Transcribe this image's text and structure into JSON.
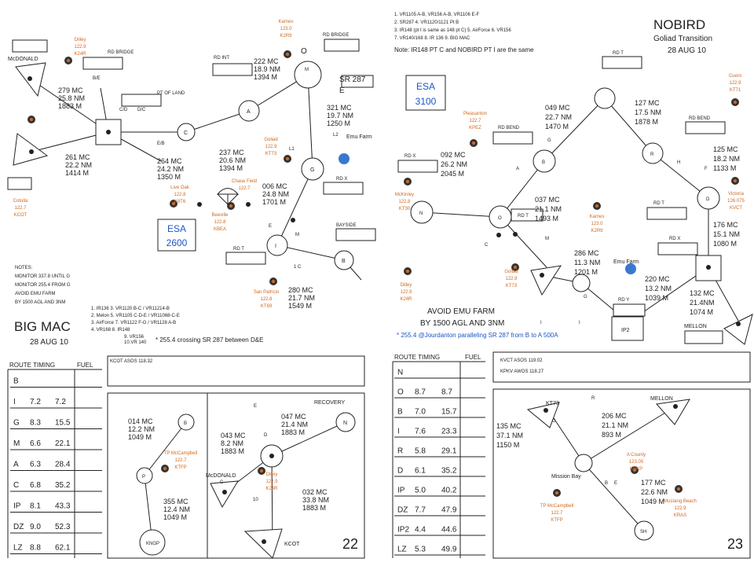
{
  "left_page": {
    "title": "BIG MAC",
    "date": "28 AUG 10",
    "page_number": "22",
    "esa_label": "ESA",
    "esa_value": "2600",
    "notes": [
      "NOTES:",
      "MONITOR 337.8 UNTIL G",
      "MONITOR 255.4 FROM G",
      "AVOID EMU FARM",
      "BY 1500 AGL AND 3NM"
    ],
    "legs_text": [
      "1. IR136    3. VR1120 B-C / VR11214-B",
      "2. Melon   5. VR1105 C-D-E / VR11068-C-E",
      "3. AirForce 7. VR1122 F-G / VR1128 A-B",
      "4. VR168    8. IR148",
      "9. VR156",
      "10.VR 140"
    ],
    "crossing_note": "* 255.4 crossing SR 287 between D&E",
    "labels": {
      "mcdonald": "McDONALD",
      "rd_bridge_1": "RD BRIDGE",
      "rd_bridge_2": "RD BRIDGE",
      "rd_int": "RD INT",
      "sr287": "SR 287",
      "sr287_e": "E",
      "pt_of_land": "PT OF LAND",
      "emu_farm": "Emu Farm",
      "rd_x": "RD X",
      "rd_t": "RD T",
      "bayside": "BAYSIDE",
      "o_label": "O",
      "c_mark": "C",
      "a_mark": "A",
      "g_mark": "G",
      "i_mark": "I",
      "b_mark": "B",
      "m_mark": "M",
      "e_mark": "E",
      "b_e": "B/E",
      "c_d": "C/D",
      "e_b": "E/B",
      "d_c": "D/C",
      "lc": "1 C",
      "l1": "L1",
      "l2": "L2"
    },
    "legs": [
      {
        "id": "l1",
        "text": [
          "279 MC",
          "25.8 NM",
          "1883 M"
        ]
      },
      {
        "id": "l2",
        "text": [
          "261 MC",
          "22.2  NM",
          "1414 M"
        ]
      },
      {
        "id": "l3",
        "text": [
          "264 MC",
          "24.2 NM",
          "1350 M"
        ]
      },
      {
        "id": "l4",
        "text": [
          "237 MC",
          "20.6 NM",
          "1394 M"
        ]
      },
      {
        "id": "l5",
        "text": [
          "222 MC",
          "18.9 NM",
          "1394 M"
        ]
      },
      {
        "id": "l6",
        "text": [
          "321 MC",
          "19.7 NM",
          "1250 M"
        ]
      },
      {
        "id": "l7",
        "text": [
          "006 MC",
          "24.8 NM",
          "1701 M"
        ]
      },
      {
        "id": "l8",
        "text": [
          "280 MC",
          "21.7 NM",
          "1549 M"
        ]
      }
    ],
    "airports": [
      {
        "id": "a1",
        "text": [
          "Dilley",
          "122.9",
          "K24R"
        ]
      },
      {
        "id": "a2",
        "text": [
          "Karnes",
          "123.0",
          "K2R9"
        ]
      },
      {
        "id": "a3",
        "text": [
          "Goliad",
          "122.9",
          "KT73"
        ]
      },
      {
        "id": "a4",
        "text": [
          "Chase Field",
          "122.7"
        ]
      },
      {
        "id": "a5",
        "text": [
          "Live Oak",
          "122.8",
          "K8T6"
        ]
      },
      {
        "id": "a6",
        "text": [
          "Beeville",
          "122.8",
          "KBEA"
        ]
      },
      {
        "id": "a7",
        "text": [
          "Cotulla",
          "122.7",
          "KCOT"
        ]
      },
      {
        "id": "a8",
        "text": [
          "San Patricio",
          "122.8",
          "KT69"
        ]
      }
    ],
    "timing": {
      "header": [
        "ROUTE TIMING",
        "FUEL"
      ],
      "rows": [
        [
          "B",
          "",
          ""
        ],
        [
          "I",
          "7.2",
          "7.2"
        ],
        [
          "G",
          "8.3",
          "15.5"
        ],
        [
          "M",
          "6.6",
          "22.1"
        ],
        [
          "A",
          "6.3",
          "28.4"
        ],
        [
          "C",
          "6.8",
          "35.2"
        ],
        [
          "IP",
          "8.1",
          "43.3"
        ],
        [
          "DZ",
          "9.0",
          "52.3"
        ],
        [
          "LZ",
          "8.8",
          "62.1"
        ]
      ]
    },
    "asos": "KCOT ASOS 118.32",
    "recovery": {
      "title": "RECOVERY",
      "legs": [
        {
          "id": "r1",
          "text": [
            "014 MC",
            "12.2 NM",
            "1049 M"
          ]
        },
        {
          "id": "r2",
          "text": [
            "355 MC",
            "12.4 NM",
            "1049 M"
          ]
        },
        {
          "id": "r3",
          "text": [
            "043 MC",
            "8.2  NM",
            "1883 M"
          ]
        },
        {
          "id": "r4",
          "text": [
            "047 MC",
            "21.4 NM",
            "1883 M"
          ]
        },
        {
          "id": "r5",
          "text": [
            "032 MC",
            "33.8 NM",
            "1883 M"
          ]
        }
      ],
      "airports": [
        {
          "id": "ra1",
          "text": [
            "TP McCampbell",
            "122.7",
            "KTFP"
          ]
        },
        {
          "id": "ra2",
          "text": [
            "Dilley",
            "122.9",
            "K24R"
          ]
        }
      ],
      "labels": {
        "mcdonald": "McDONALD",
        "kcot": "KCOT",
        "kngp": "KNGP",
        "n": "N",
        "b": "B",
        "p": "P",
        "c": "C",
        "e": "E",
        "d": "D",
        "ten": "10"
      }
    }
  },
  "right_page": {
    "title": "NOBIRD",
    "subtitle": "Goliad Transition",
    "date": "28 AUG 10",
    "page_number": "23",
    "esa_label": "ESA",
    "esa_value": "3100",
    "legs_text": [
      "1. VR1105 A-B, VR156 A-B, VR1106 E-F",
      "2. SR287   4. VR1120/1121 Pt B",
      "3. IR148 (pt I is same as 148 pt C)   5. AirForce   6. VR156",
      "7. VR140/168    8. IR 136    9. BIG MAC"
    ],
    "note": "Note: IR148 PT C and NOBIRD PT I are the same",
    "avoid": [
      "AVOID EMU FARM",
      "BY 1500 AGL AND 3NM"
    ],
    "footnote": "* 255.4 @Jourdanton paralleling SR 287 from B to A 500A",
    "labels": {
      "rd_t_top": "RD T",
      "rd_bend_1": "RD BEND",
      "rd_bend_2": "RD BEND",
      "rd_x_1": "RD X",
      "rd_x_2": "RD X",
      "rd_t_2": "RD T",
      "rd_t_3": "RD T",
      "rd_y": "RD Y",
      "emu_farm": "Emu Farm",
      "ip2": "IP2",
      "mellon": "MELLON",
      "n_mark": "N",
      "o_mark": "O",
      "b_mark": "B",
      "r_mark": "R",
      "d_mark": "D",
      "m_mark": "M",
      "g_mark": "G",
      "f_mark": "F",
      "h_mark": "H",
      "i_mark": "I",
      "e_mark": "E",
      "a_mark": "A",
      "c_mark": "C"
    },
    "legs": [
      {
        "id": "n1",
        "text": [
          "092 MC",
          "26.2 NM",
          "2045 M"
        ]
      },
      {
        "id": "n2",
        "text": [
          "049 MC",
          "22.7 NM",
          "1470 M"
        ]
      },
      {
        "id": "n3",
        "text": [
          "127 MC",
          "17.5 NM",
          "1878 M"
        ]
      },
      {
        "id": "n4",
        "text": [
          "125 MC",
          "18.2 NM",
          "1133 M"
        ]
      },
      {
        "id": "n5",
        "text": [
          "037 MC",
          "21.1 NM",
          "1493 M"
        ]
      },
      {
        "id": "n6",
        "text": [
          "176 MC",
          "15.1 NM",
          "1080 M"
        ]
      },
      {
        "id": "n7",
        "text": [
          "286 MC",
          "11.3 NM",
          "1201 M"
        ]
      },
      {
        "id": "n8",
        "text": [
          "220 MC",
          "13.2 NM",
          "1039 M"
        ]
      },
      {
        "id": "n9",
        "text": [
          "132 MC",
          "21.4NM",
          "1074 M"
        ]
      }
    ],
    "airports": [
      {
        "id": "b1",
        "text": [
          "Cuero",
          "122.9",
          "KT71"
        ]
      },
      {
        "id": "b2",
        "text": [
          "Pleasanton",
          "122.7",
          "KPEZ"
        ]
      },
      {
        "id": "b3",
        "text": [
          "McKinley",
          "122.8",
          "KT30"
        ]
      },
      {
        "id": "b4",
        "text": [
          "Karnes",
          "123.0",
          "K2R9"
        ]
      },
      {
        "id": "b5",
        "text": [
          "Victoria",
          "126.075",
          "KVCT"
        ]
      },
      {
        "id": "b6",
        "text": [
          "Goliad",
          "122.9",
          "KT73"
        ]
      },
      {
        "id": "b7",
        "text": [
          "Dilley",
          "122.9",
          "K24R"
        ]
      }
    ],
    "timing": {
      "header": [
        "ROUTE TIMING",
        "FUEL"
      ],
      "rows": [
        [
          "N",
          "",
          ""
        ],
        [
          "O",
          "8.7",
          "8.7"
        ],
        [
          "B",
          "7.0",
          "15.7"
        ],
        [
          "I",
          "7.6",
          "23.3"
        ],
        [
          "R",
          "5.8",
          "29.1"
        ],
        [
          "D",
          "6.1",
          "35.2"
        ],
        [
          "IP",
          "5.0",
          "40.2"
        ],
        [
          "DZ",
          "7.7",
          "47.9"
        ],
        [
          "IP2",
          "4.4",
          "44.6"
        ],
        [
          "LZ",
          "5.3",
          "49.9"
        ]
      ]
    },
    "asos": [
      "KVCT ASOS 119.02",
      "KPKV AWOS 118.27"
    ],
    "recovery": {
      "legs": [
        {
          "id": "q1",
          "text": [
            "135 MC",
            "37.1 NM",
            "1150 M"
          ]
        },
        {
          "id": "q2",
          "text": [
            "206 MC",
            "21.1 NM",
            "893 M"
          ]
        },
        {
          "id": "q3",
          "text": [
            "177 MC",
            "22.6 NM",
            "1049 M"
          ]
        }
      ],
      "airports": [
        {
          "id": "qa1",
          "text": [
            "A County",
            "123.05",
            "KRKP"
          ]
        },
        {
          "id": "qa2",
          "text": [
            "TP McCampbell",
            "122.7",
            "KTFP"
          ]
        },
        {
          "id": "qa3",
          "text": [
            "Mustang Beach",
            "122.9",
            "KRAS"
          ]
        }
      ],
      "labels": {
        "kt73": "KT73",
        "mellon": "MELLON",
        "mission_bay": "Mission Bay",
        "sh": "SH",
        "r": "R",
        "g": "G",
        "b": "B",
        "e": "E"
      }
    }
  },
  "colors": {
    "ink": "#222222",
    "airport": "#d2691e",
    "esa": "#1a56c8",
    "emu": "#3a78d0",
    "icon_core": "#b22222"
  }
}
